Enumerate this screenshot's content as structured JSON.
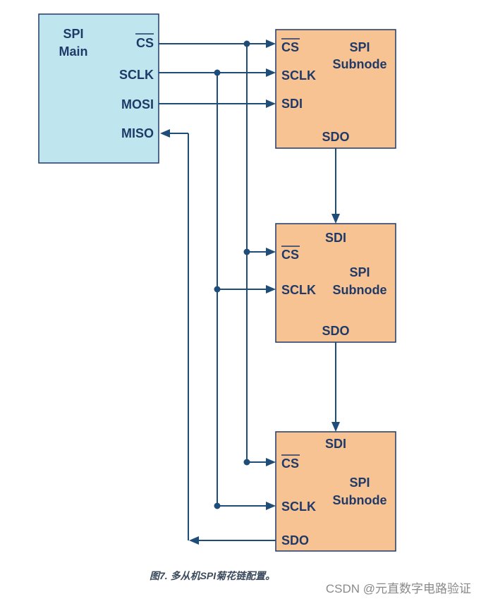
{
  "main": {
    "title": [
      "SPI",
      "Main"
    ],
    "pins": {
      "cs": "CS",
      "sclk": "SCLK",
      "mosi": "MOSI",
      "miso": "MISO"
    },
    "fill": "#bfe6ee"
  },
  "subnodes": [
    {
      "title": [
        "SPI",
        "Subnode"
      ],
      "pins": {
        "cs": "CS",
        "sclk": "SCLK",
        "sdi": "SDI",
        "sdo": "SDO"
      }
    },
    {
      "title": [
        "SPI",
        "Subnode"
      ],
      "pins": {
        "sdi": "SDI",
        "cs": "CS",
        "sclk": "SCLK",
        "sdo": "SDO"
      }
    },
    {
      "title": [
        "SPI",
        "Subnode"
      ],
      "pins": {
        "sdi": "SDI",
        "cs": "CS",
        "sclk": "SCLK",
        "sdo": "SDO"
      }
    }
  ],
  "subnode_fill": "#f8c392",
  "wire_color": "#1f4d7a",
  "caption": "图7. 多从机SPI菊花链配置。",
  "watermark": "CSDN @元直数字电路验证"
}
